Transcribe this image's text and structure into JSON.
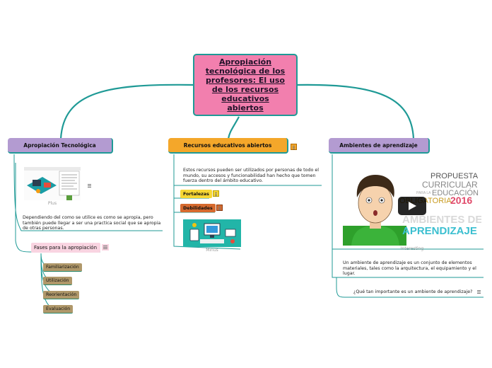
{
  "central": {
    "title": "Apropiación tecnológica de los profesores: El uso de los recursos educativos abiertos"
  },
  "branches": {
    "left": {
      "label": "Apropiación Tecnológica",
      "image_caption": "Plus",
      "text": "Dependiendo del como se utilice es como se apropia, pero también puede llegar a ser una practica social que se apropia de otras personas.",
      "sub": {
        "label": "Fases para la apropiación",
        "items": [
          "Familiarización",
          "Utilización",
          "Reorientación",
          "Evaluación"
        ]
      }
    },
    "center": {
      "label": "Recursos educativos abiertos",
      "text": "Estos recursos pueden ser utilizados por personas de todo el mundo, su accesos y funcionabilidad han hecho que tomen fuerza dentro del ámbito educativo.",
      "tag1": "Fortalezas",
      "tag2": "Debilidades",
      "image_caption": "Minus"
    },
    "right": {
      "label": "Ambientes de aprendizaje",
      "image_caption": "Interesting",
      "image_text": {
        "line1": "PROPUESTA",
        "line2": "CURRICULAR",
        "line3a": "PARA LA",
        "line3b": "EDUCACIÓN",
        "line4": "OBLIGATORIA",
        "year": "2016",
        "big1": "AMBIENTES DE",
        "big2": "APRENDIZAJE"
      },
      "text": "Un ambiente de aprendizaje es un conjunto de elementos materiales, tales como la arquitectura, el equipamiento y el lugar.",
      "question": "¿Qué tan importante es un ambiente de aprendizaje?"
    }
  },
  "colors": {
    "link": "#1f9a96",
    "central": "#f27fae",
    "purple": "#b39bd1",
    "orange": "#f4a72a"
  }
}
